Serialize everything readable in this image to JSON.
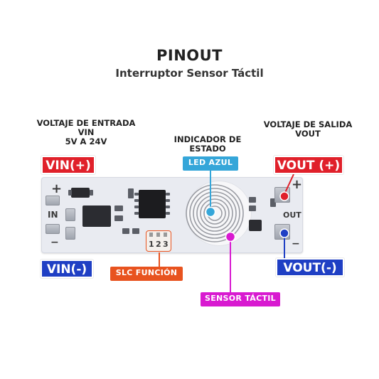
{
  "header": {
    "title": "PINOUT",
    "subtitle": "Interruptor Sensor Táctil"
  },
  "captions": {
    "input_line1": "VOLTAJE DE ENTRADA",
    "input_line2": "VIN",
    "input_line3": "5V A 24V",
    "indicator_line1": "INDICADOR DE",
    "indicator_line2": "ESTADO",
    "output_line1": "VOLTAJE DE SALIDA",
    "output_line2": "VOUT"
  },
  "tags": {
    "vin_plus": "VIN(+)",
    "vin_minus": "VIN(-)",
    "vout_plus": "VOUT (+)",
    "vout_minus": "VOUT(-)",
    "led": "LED AZUL",
    "slc": "SLC FUNCIÓN",
    "sensor": "SENSOR TÁCTIL"
  },
  "board": {
    "plus_in": "+",
    "in_label": "IN",
    "minus_in": "−",
    "plus_out": "+",
    "out_label": "OUT",
    "minus_out": "−",
    "jumper_1": "1",
    "jumper_2": "2",
    "jumper_3": "3"
  },
  "colors": {
    "red": "#e0202a",
    "blue": "#1f3fc4",
    "light_blue": "#35a6d9",
    "orange": "#e8531f",
    "magenta": "#d81ad0"
  }
}
